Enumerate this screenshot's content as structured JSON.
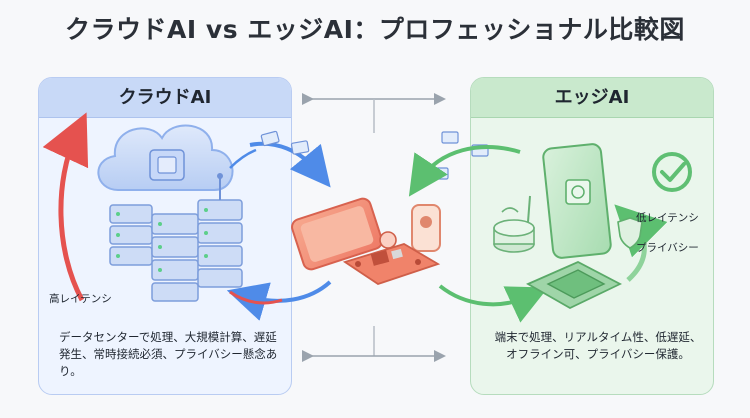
{
  "title": "クラウドAI vs エッジAI：プロフェッショナル比較図",
  "cloud": {
    "header": "クラウドAI",
    "latency_label": "高レイテンシ",
    "description": "データセンターで処理、大規模計算、遅延発生、常時接続必須、プライバシー懸念あり。"
  },
  "edge": {
    "header": "エッジAI",
    "latency_label": "低レイテンシ",
    "privacy_label": "プライバシー",
    "description": "端末で処理、リアルタイム性、低遅延、オフライン可、プライバシー保護。"
  },
  "colors": {
    "cloud_accent": "#7aa2ee",
    "edge_accent": "#5fbf73",
    "arrow_red": "#e5524f",
    "arrow_blue": "#4f8be8",
    "arrow_green": "#5cbf70",
    "device_orange": "#f0836a"
  }
}
